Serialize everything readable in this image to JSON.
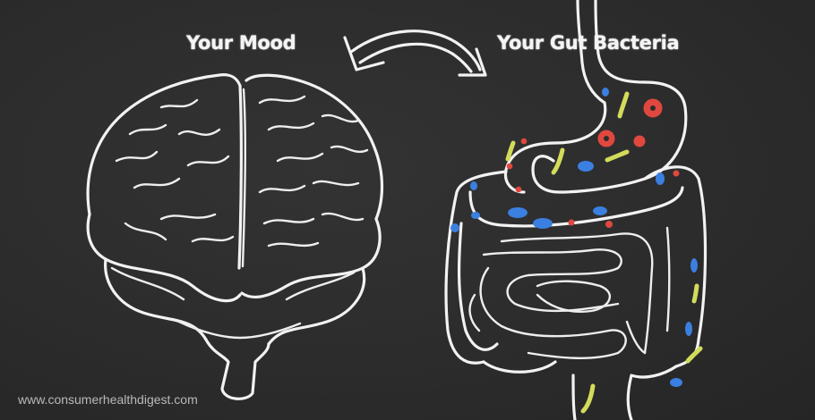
{
  "labels": {
    "mood": "Your Mood",
    "gut": "Your Gut Bacteria"
  },
  "watermark": "www.consumerhealthdigest.com",
  "illustration": {
    "style": "chalkboard",
    "left_drawing": "brain-icon",
    "right_drawing": "digestive-tract-icon",
    "connector": "double-headed-curved-arrow-icon"
  },
  "colors": {
    "background": "#2c2c2c",
    "chalk": "#f2f2f2",
    "bacteria_red": "#e0483f",
    "bacteria_blue": "#3b7fe0",
    "bacteria_yellow": "#d3dc5a",
    "watermark": "#b9b9b9"
  }
}
